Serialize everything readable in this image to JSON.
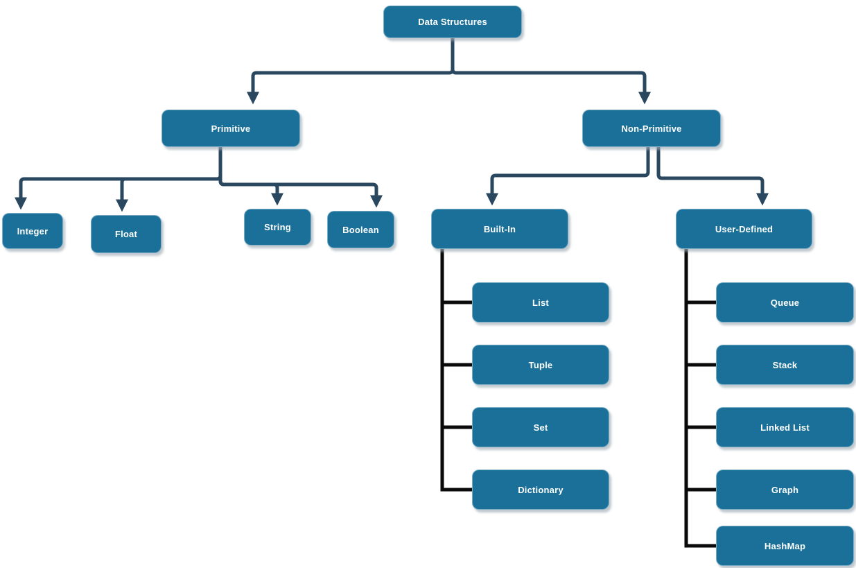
{
  "diagram": {
    "title": "Data Structures",
    "type": "hierarchy-tree-flowchart"
  },
  "colors": {
    "box_fill": "#1a7099",
    "box_text": "#ffffff",
    "parent_connector": "#2a4760",
    "child_connector": "#0a0a0a",
    "background": "#ffffff"
  },
  "nodes": {
    "root": {
      "label": "Data Structures"
    },
    "primitive": {
      "label": "Primitive"
    },
    "non_primitive": {
      "label": "Non-Primitive"
    },
    "integer": {
      "label": "Integer"
    },
    "float": {
      "label": "Float"
    },
    "string": {
      "label": "String"
    },
    "boolean": {
      "label": "Boolean"
    },
    "built_in": {
      "label": "Built-In"
    },
    "user_defined": {
      "label": "User-Defined"
    },
    "list": {
      "label": "List"
    },
    "tuple": {
      "label": "Tuple"
    },
    "set": {
      "label": "Set"
    },
    "dictionary": {
      "label": "Dictionary"
    },
    "queue": {
      "label": "Queue"
    },
    "stack": {
      "label": "Stack"
    },
    "linked_list": {
      "label": "Linked List"
    },
    "graph": {
      "label": "Graph"
    },
    "hashmap": {
      "label": "HashMap"
    }
  },
  "edges": [
    [
      "Data Structures",
      "Primitive"
    ],
    [
      "Data Structures",
      "Non-Primitive"
    ],
    [
      "Primitive",
      "Integer"
    ],
    [
      "Primitive",
      "Float"
    ],
    [
      "Primitive",
      "String"
    ],
    [
      "Primitive",
      "Boolean"
    ],
    [
      "Non-Primitive",
      "Built-In"
    ],
    [
      "Non-Primitive",
      "User-Defined"
    ],
    [
      "Built-In",
      "List"
    ],
    [
      "Built-In",
      "Tuple"
    ],
    [
      "Built-In",
      "Set"
    ],
    [
      "Built-In",
      "Dictionary"
    ],
    [
      "User-Defined",
      "Queue"
    ],
    [
      "User-Defined",
      "Stack"
    ],
    [
      "User-Defined",
      "Linked List"
    ],
    [
      "User-Defined",
      "Graph"
    ],
    [
      "User-Defined",
      "HashMap"
    ]
  ]
}
